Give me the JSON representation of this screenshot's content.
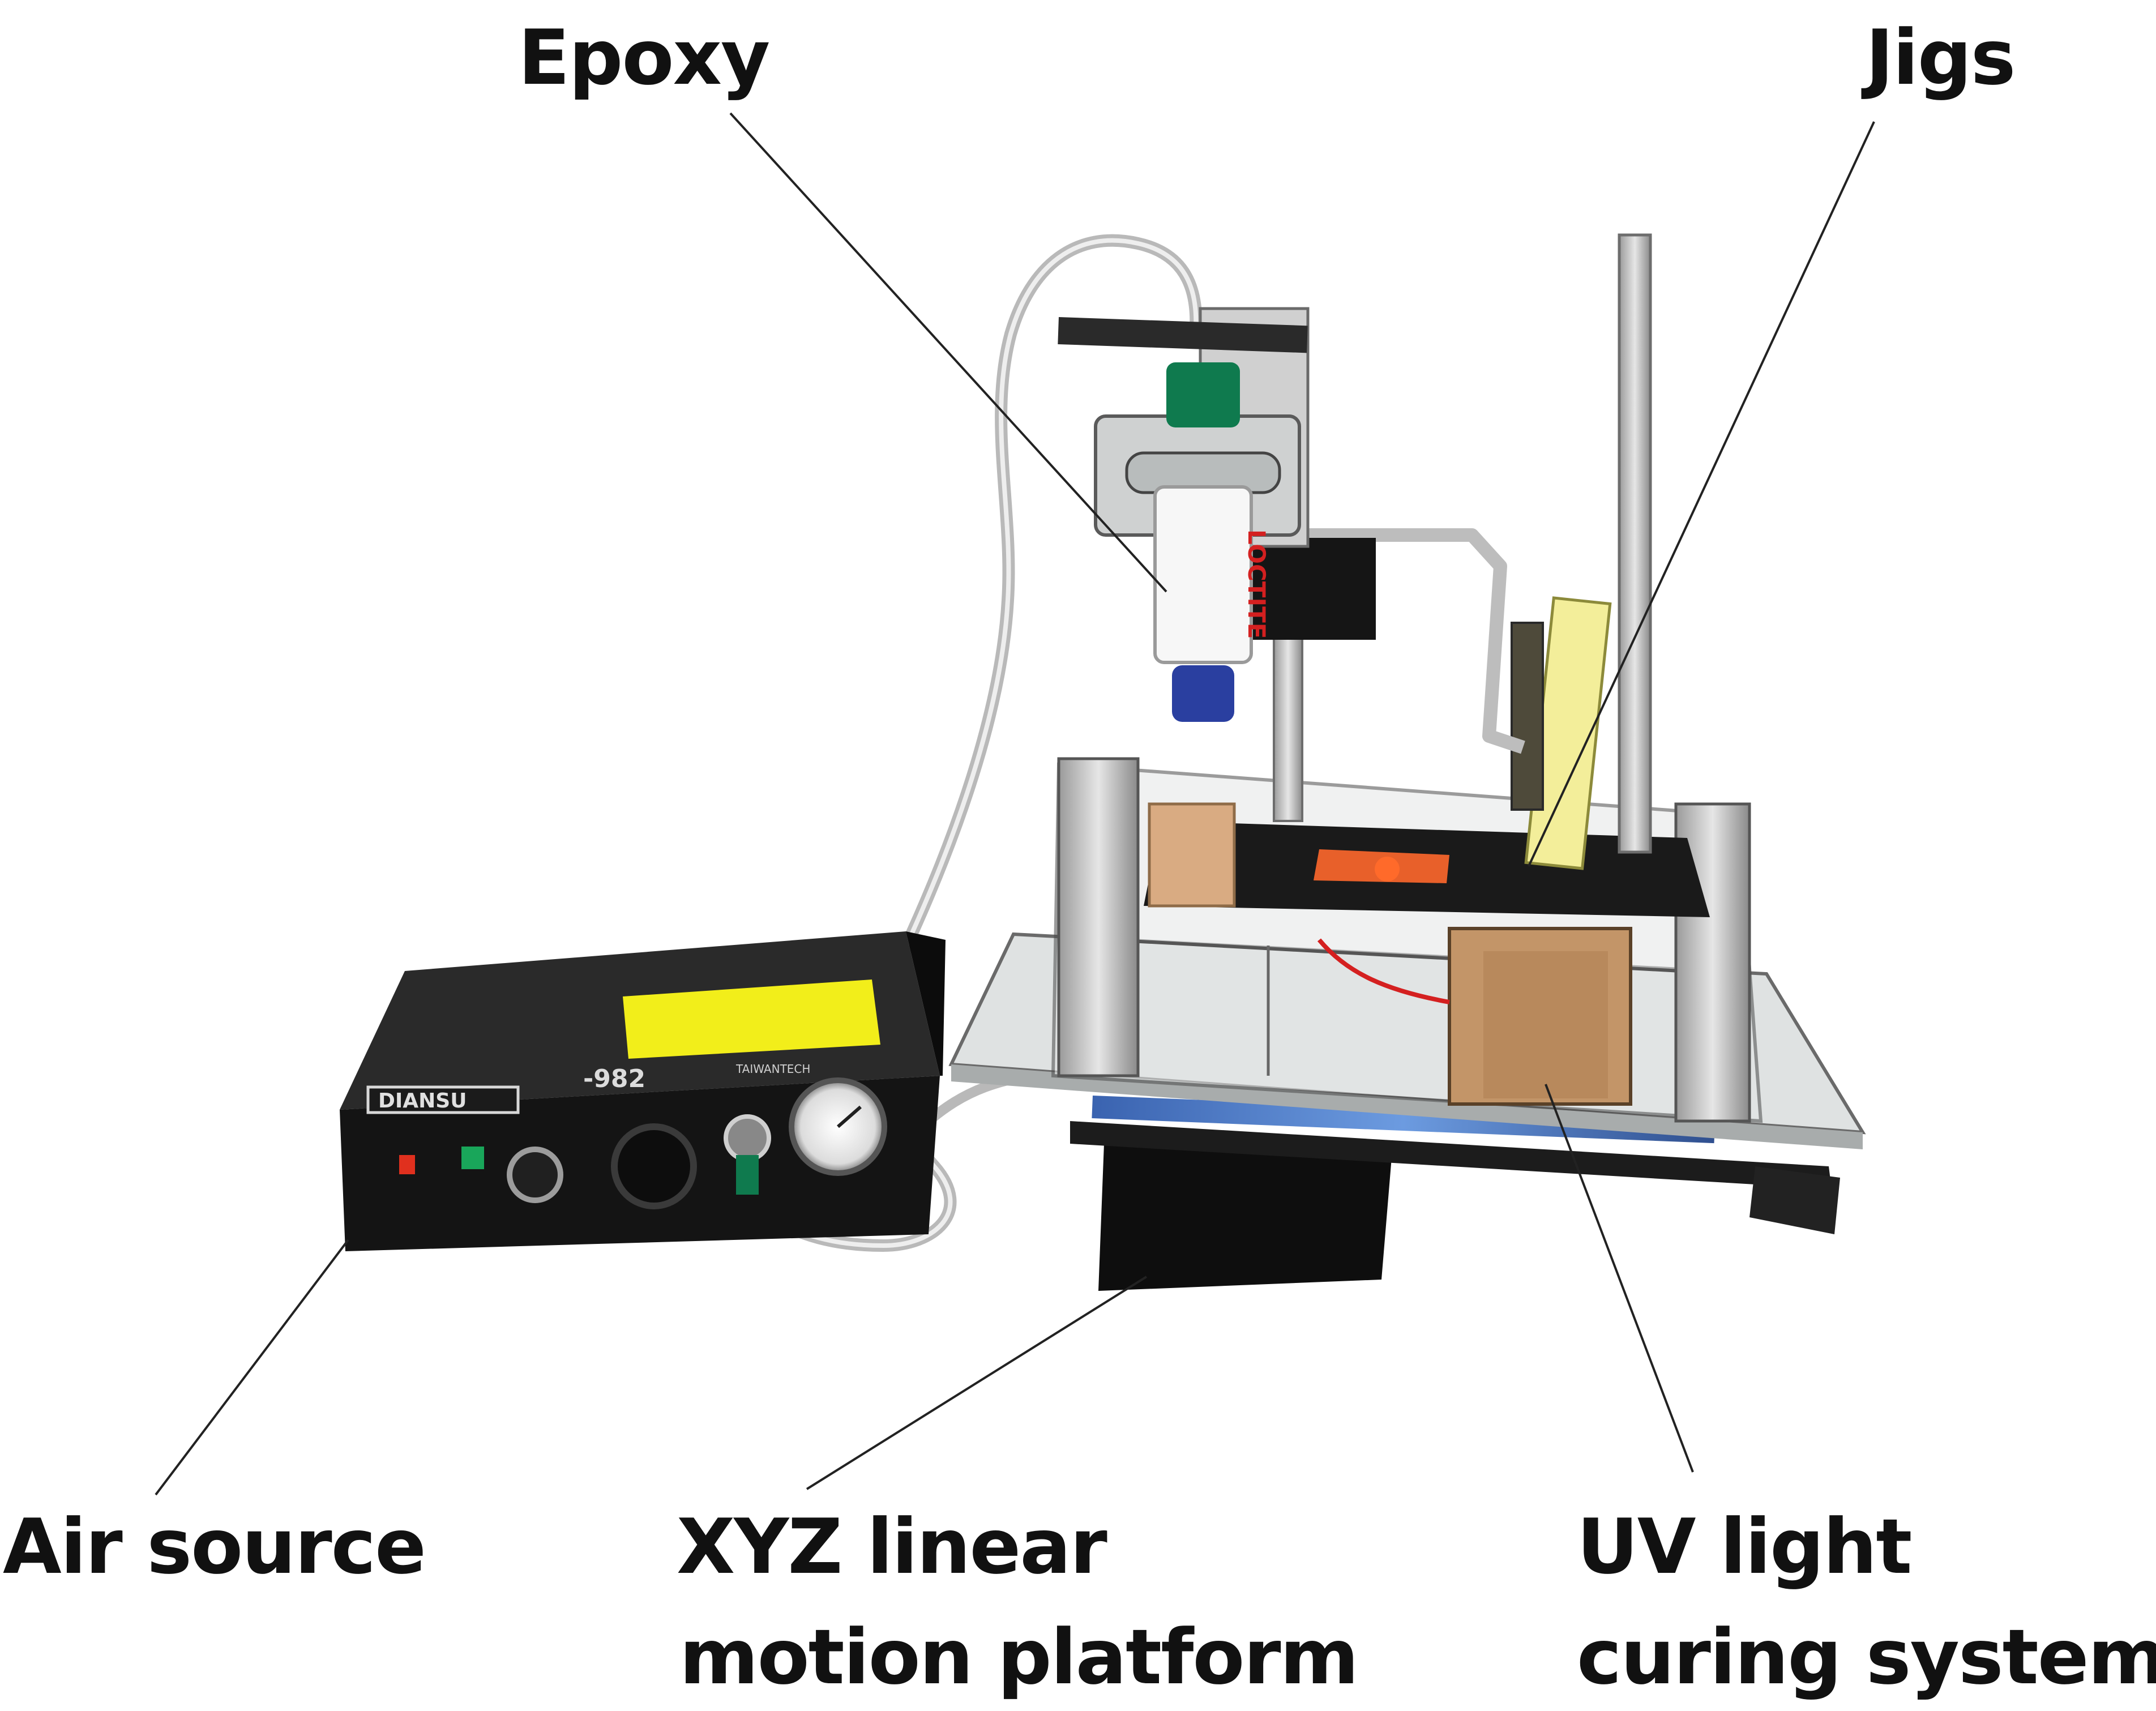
{
  "labels": {
    "epoxy": "Epoxy",
    "jigs": "Jigs",
    "air_source": "Air source",
    "xyz_line1": "XYZ linear",
    "xyz_line2": "motion platform",
    "uv_line1": "UV light",
    "uv_line2": "curing system"
  },
  "device_text": {
    "brand": "DIANSU",
    "model": "-982",
    "maker": "TAIWANTECH",
    "cartridge": "LOCTITE"
  },
  "colors": {
    "background": "#ffffff",
    "label_text": "#111111",
    "leader_line": "#222222",
    "controller_body": "#141414",
    "yellow_label": "#f2ee1a",
    "acrylic": "#d9dcdc",
    "uv_bar": "#4f7fc9",
    "jig_tan": "#c9a27a",
    "orange_pcb": "#e8602a",
    "green_fitting": "#0f7a4e"
  }
}
